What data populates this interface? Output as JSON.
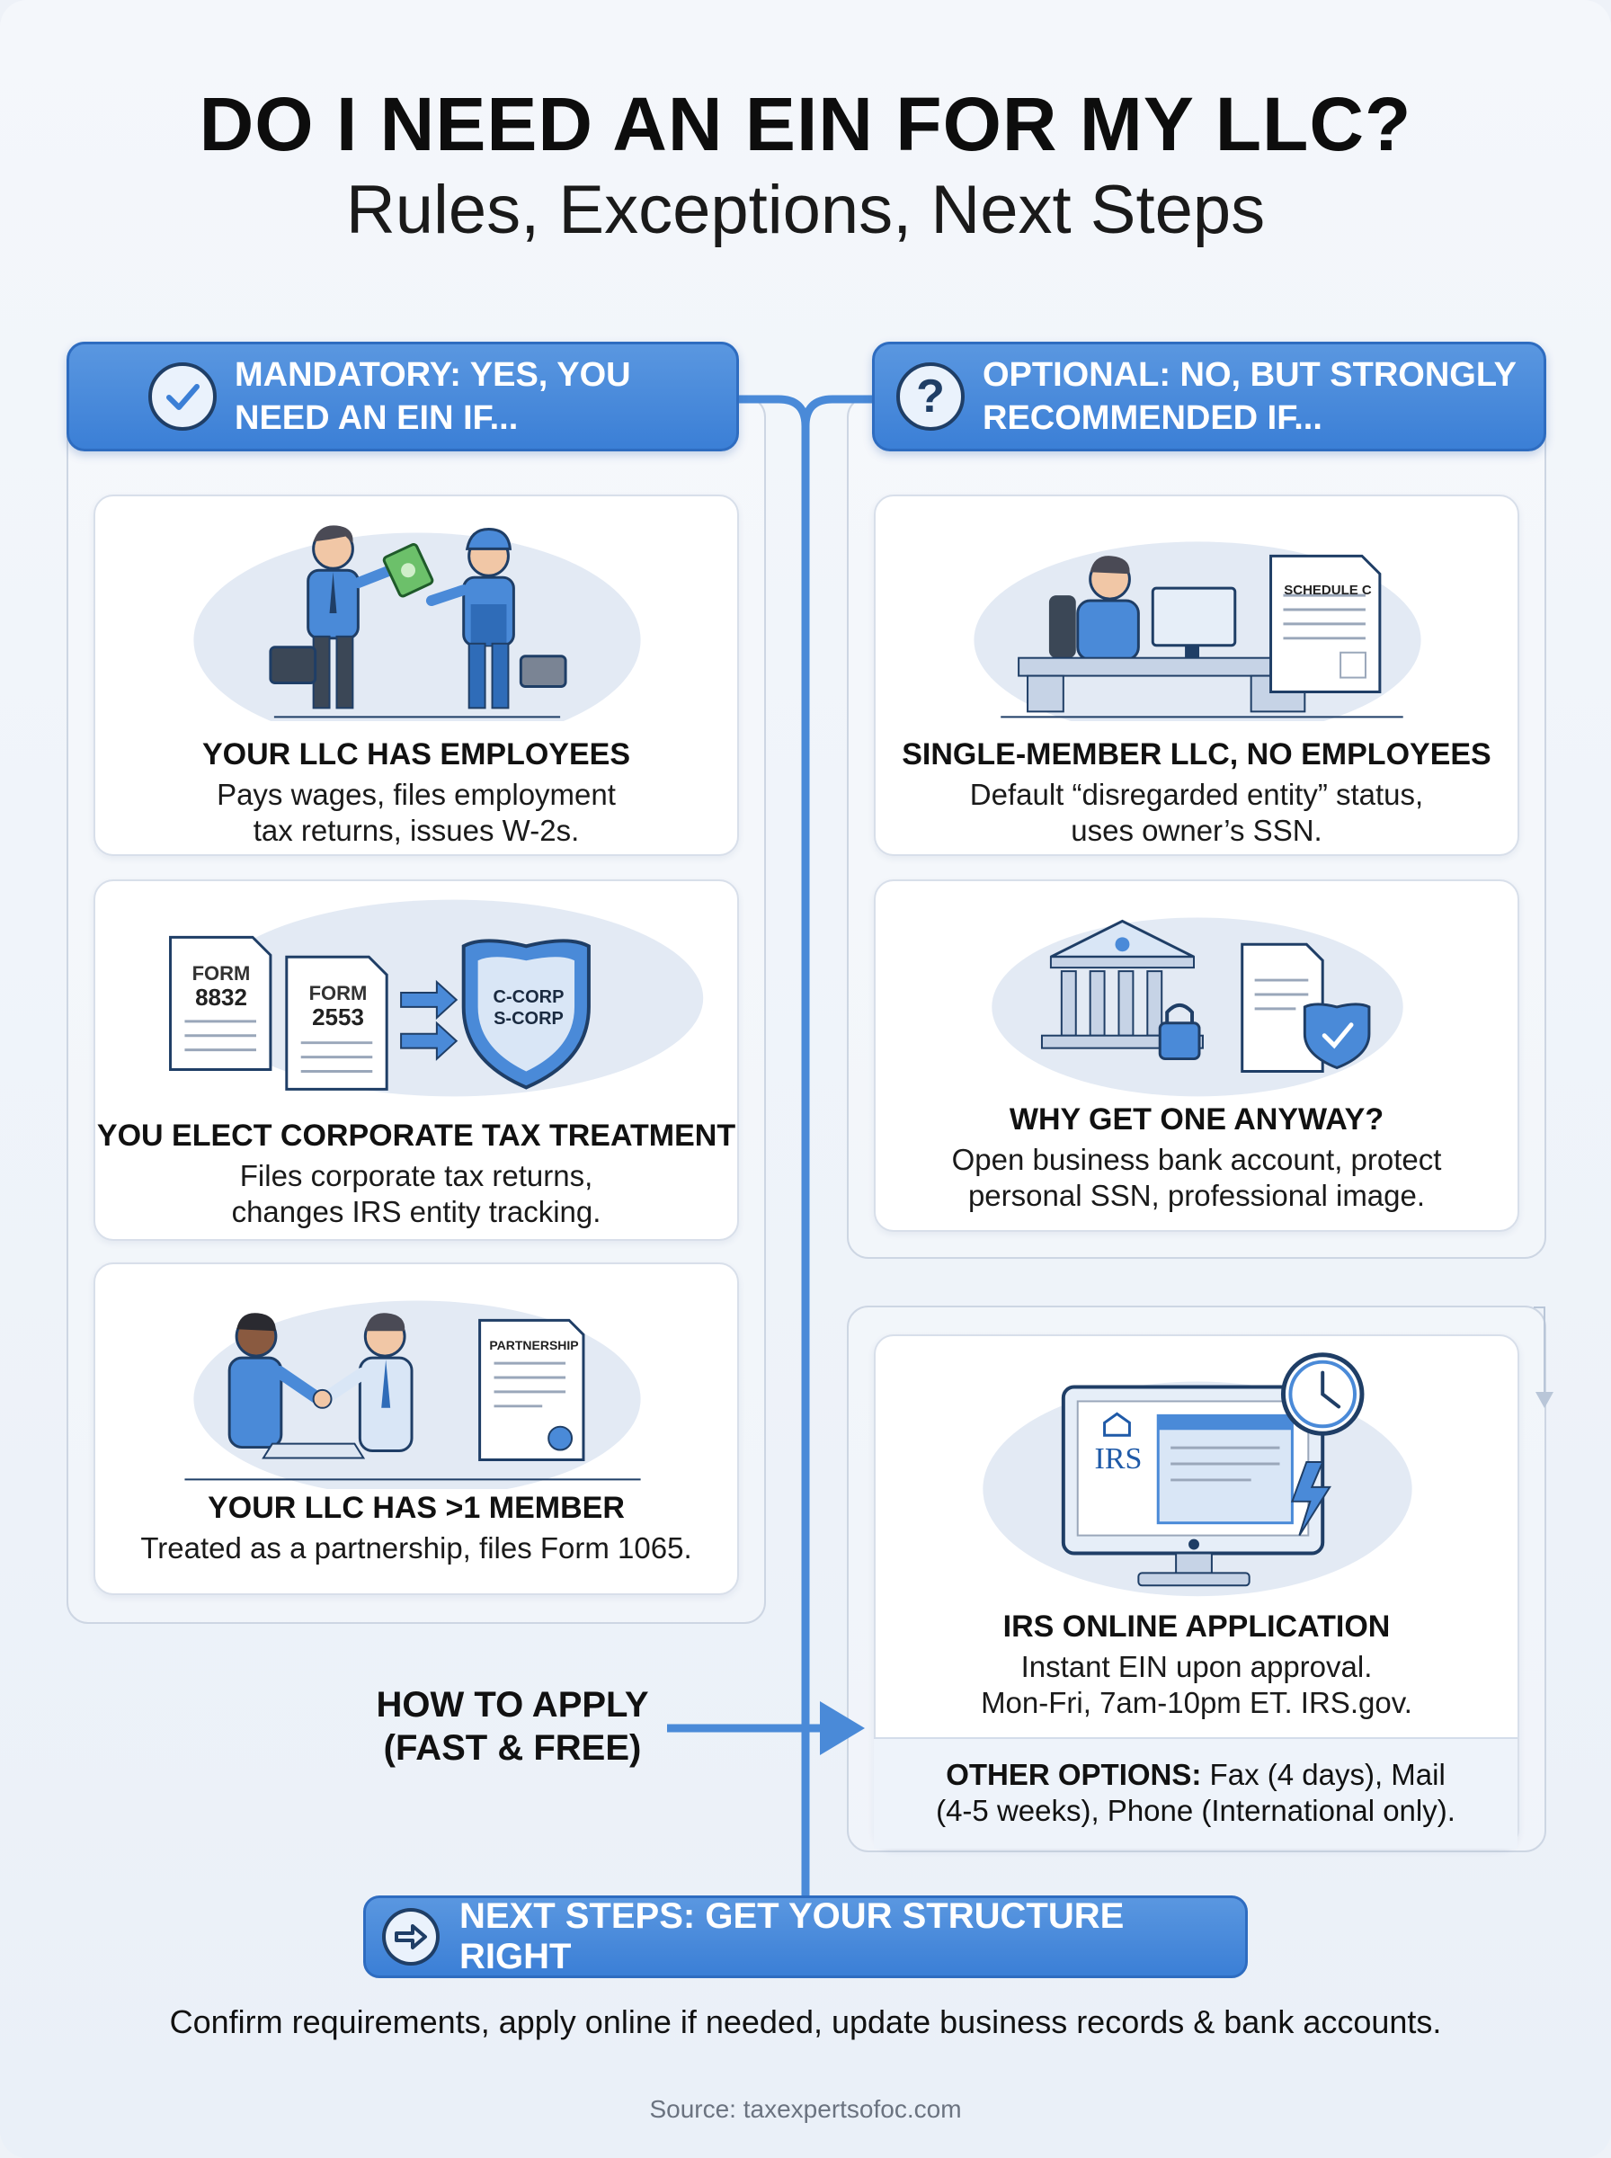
{
  "title": "DO I NEED AN EIN FOR MY LLC?",
  "subtitle": "Rules, Exceptions, Next Steps",
  "mandatory": {
    "header_line1": "MANDATORY: YES, YOU",
    "header_line2": "NEED AN EIN IF...",
    "icon": "check-circle-icon",
    "cards": [
      {
        "title": "YOUR LLC HAS EMPLOYEES",
        "desc_line1": "Pays wages, files employment",
        "desc_line2": "tax returns, issues W-2s."
      },
      {
        "title": "YOU ELECT CORPORATE TAX TREATMENT",
        "desc_line1": "Files corporate tax returns,",
        "desc_line2": "changes IRS entity tracking.",
        "form1_label": "FORM",
        "form1_num": "8832",
        "form2_label": "FORM",
        "form2_num": "2553",
        "shield_line1": "C-CORP",
        "shield_line2": "S-CORP"
      },
      {
        "title": "YOUR LLC HAS >1 MEMBER",
        "desc_line1": "Treated as a partnership, files Form 1065.",
        "doc_label": "PARTNERSHIP"
      }
    ]
  },
  "optional": {
    "header_line1": "OPTIONAL: NO, BUT STRONGLY",
    "header_line2": "RECOMMENDED IF...",
    "icon": "question-circle-icon",
    "cards": [
      {
        "title": "SINGLE-MEMBER LLC, NO EMPLOYEES",
        "desc_line1": "Default “disregarded entity” status,",
        "desc_line2": "uses owner’s SSN.",
        "doc_label": "SCHEDULE C"
      },
      {
        "title": "WHY GET ONE ANYWAY?",
        "desc_line1": "Open business bank account, protect",
        "desc_line2": "personal SSN, professional image."
      }
    ]
  },
  "apply": {
    "label_line1": "HOW TO APPLY",
    "label_line2": "(FAST & FREE)",
    "card_title": "IRS ONLINE APPLICATION",
    "card_desc_line1": "Instant EIN upon approval.",
    "card_desc_line2": "Mon-Fri, 7am-10pm ET. IRS.gov.",
    "irs_logo_text": "IRS",
    "other_bold": "OTHER OPTIONS:",
    "other_rest": " Fax (4 days), Mail",
    "other_line2": "(4-5 weeks), Phone (International only)."
  },
  "next_steps": {
    "label": "NEXT STEPS: GET YOUR STRUCTURE RIGHT",
    "icon": "arrow-right-circle-icon",
    "desc": "Confirm requirements, apply online if needed, update business records & bank accounts."
  },
  "source": "Source: taxexpertsofoc.com",
  "colors": {
    "accent": "#3b7fd6",
    "accent_dark": "#1f3e66",
    "line": "#4a8ad8",
    "soft": "#dde6f2"
  }
}
